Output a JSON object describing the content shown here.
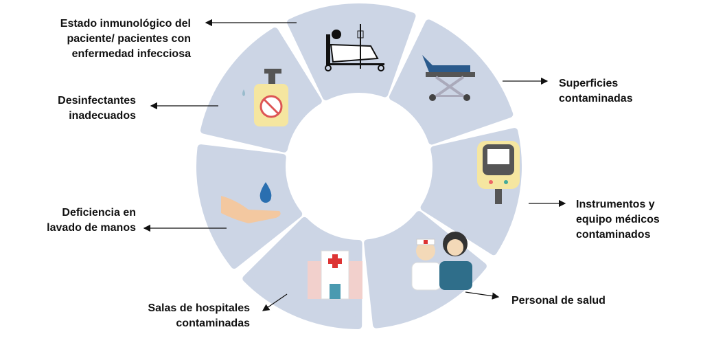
{
  "colors": {
    "segment": "#ccd5e5",
    "arrow": "#111111"
  },
  "factors": [
    {
      "label": "Estado inmunológico del\npaciente/ pacientes con\nenfermedad infecciosa",
      "icon": "patient-bed-icon"
    },
    {
      "label": "Superficies\ncontaminadas",
      "icon": "stretcher-icon"
    },
    {
      "label": "Instrumentos y\nequipo médicos\ncontaminados",
      "icon": "glucometer-icon"
    },
    {
      "label": "Personal de salud",
      "icon": "health-staff-icon"
    },
    {
      "label": "Salas de hospitales\ncontaminadas",
      "icon": "hospital-icon"
    },
    {
      "label": "Deficiencia en\nlavado de manos",
      "icon": "hand-water-drop-icon"
    },
    {
      "label": "Desinfectantes\ninadecuados",
      "icon": "sanitizer-bottle-icon"
    }
  ]
}
